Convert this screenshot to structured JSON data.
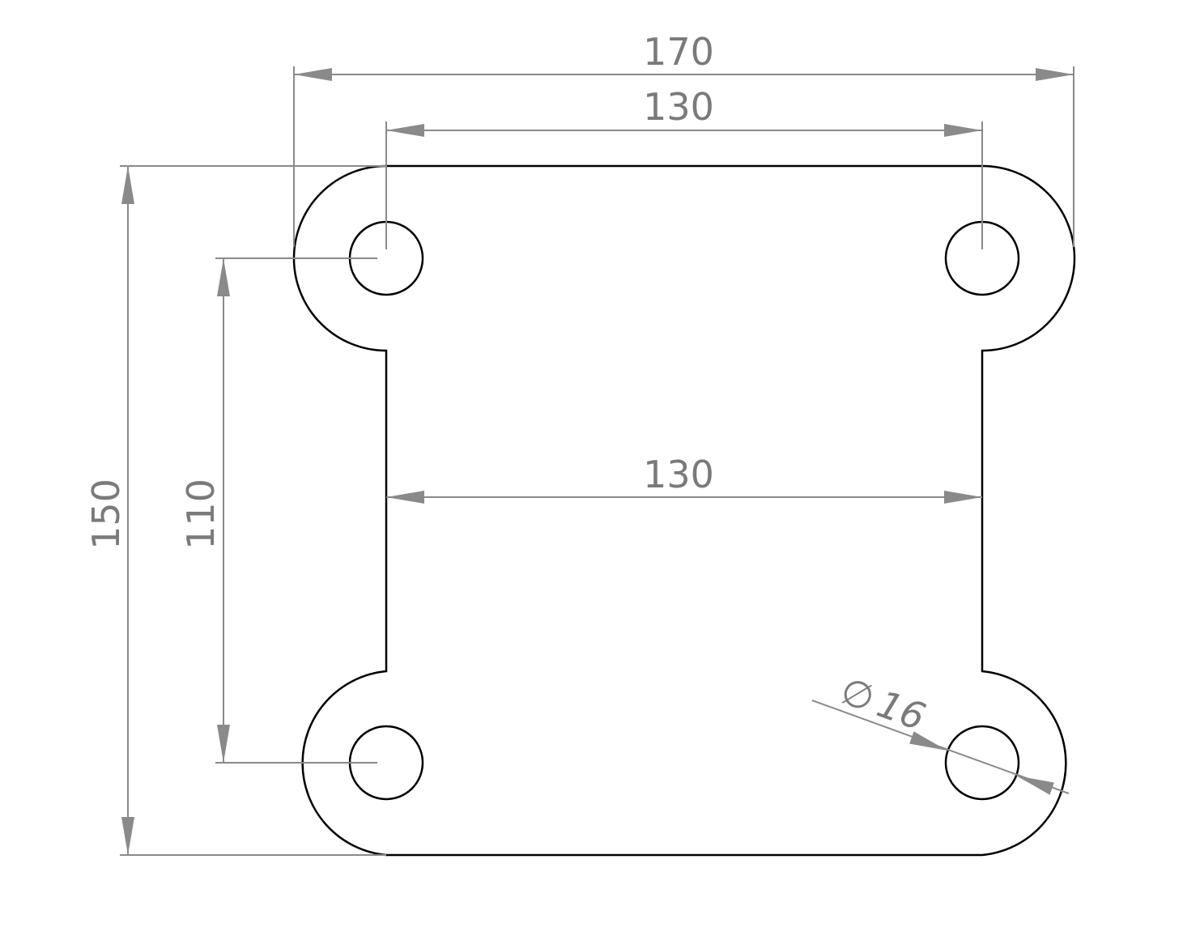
{
  "drawing": {
    "units": "mm",
    "colors": {
      "outline": "#000000",
      "dimension": "#8a8a8a"
    },
    "dimensions": {
      "overall_width": "170",
      "hole_spacing_top": "130",
      "waist_width": "130",
      "overall_height": "150",
      "hole_spacing_vertical": "110",
      "hole_diameter": "16",
      "diameter_symbol": "∅"
    }
  }
}
